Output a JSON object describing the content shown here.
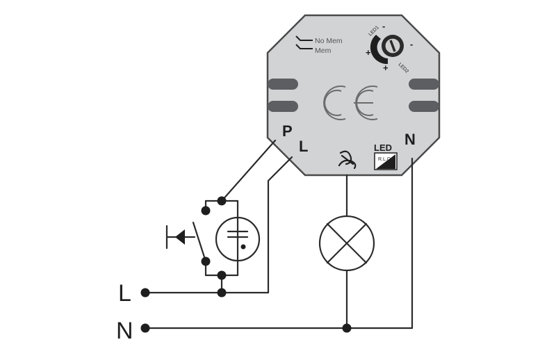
{
  "module": {
    "mode_labels": {
      "no_mem": "No Mem",
      "mem": "Mem"
    },
    "knob": {
      "led1_label": "LED1",
      "led2_label": "LED2",
      "minus_top": "-",
      "plus_left": "+",
      "minus_right": "-",
      "plus_bottom": "+"
    },
    "ce_mark": "CE",
    "terminals": {
      "p": "P",
      "l": "L",
      "n": "N"
    },
    "led_badge": {
      "title": "LED",
      "subtitle": "R.L.C"
    }
  },
  "mains": {
    "line_label": "L",
    "neutral_label": "N"
  },
  "colors": {
    "module_fill": "#d2d3d5",
    "module_stroke": "#4a4a4a",
    "wire": "#2a2a2a",
    "slot": "#5d5e62"
  },
  "icons": {
    "mode_icon": "memory-mode-icon",
    "fan_icon": "fan-load-icon",
    "led_icon": "led-dimmable-icon",
    "push_button": "push-button-symbol",
    "lamp": "lamp-symbol",
    "knob": "adjustment-knob-icon"
  }
}
